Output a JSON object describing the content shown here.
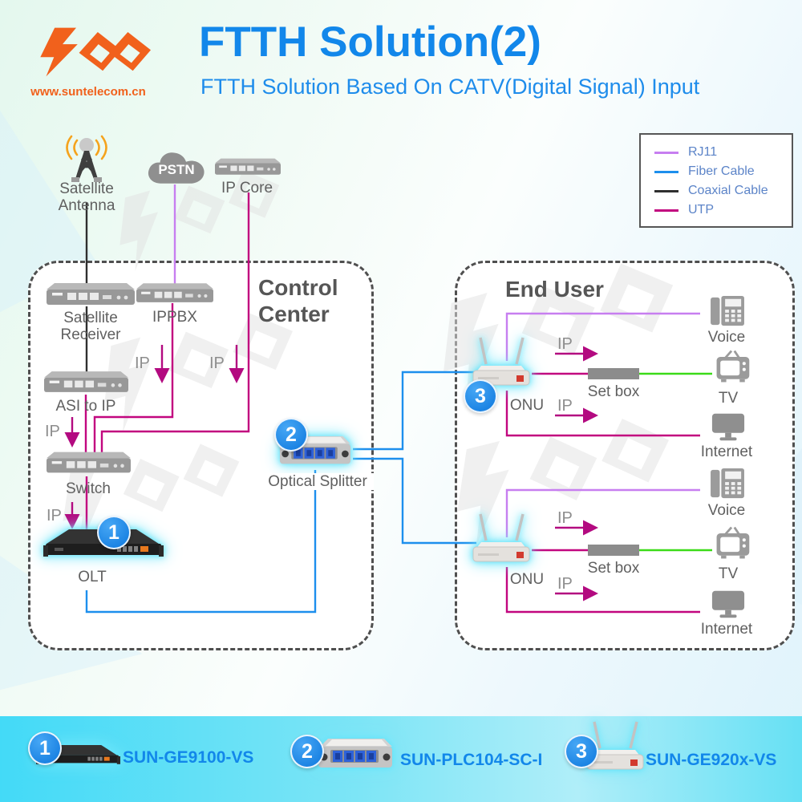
{
  "header": {
    "website": "www.suntelecom.cn",
    "title": "FTTH Solution(2)",
    "subtitle": "FTTH Solution Based On CATV(Digital Signal) Input"
  },
  "legend": {
    "items": [
      {
        "label": "RJ11",
        "color": "#c77ef0"
      },
      {
        "label": "Fiber Cable",
        "color": "#1d8fed"
      },
      {
        "label": "Coaxial Cable",
        "color": "#2f2f2f"
      },
      {
        "label": "UTP",
        "color": "#c2067f"
      }
    ]
  },
  "sources": {
    "satellite_antenna": {
      "line1": "Satellite",
      "line2": "Antenna"
    },
    "pstn": {
      "label": "PSTN"
    },
    "ip_core": {
      "label": "IP Core"
    }
  },
  "control_center": {
    "title_line1": "Control",
    "title_line2": "Center",
    "satellite_receiver_line1": "Satellite",
    "satellite_receiver_line2": "Receiver",
    "ippbx": "IPPBX",
    "asi_to_ip": "ASI to IP",
    "switch": "Switch",
    "olt": "OLT",
    "olt_badge": "1"
  },
  "splitter": {
    "label": "Optical Splitter",
    "badge": "2"
  },
  "end_user": {
    "title": "End User",
    "groups": [
      {
        "badge": "3",
        "onu": "ONU",
        "voice": "Voice",
        "set_box": "Set box",
        "tv": "TV",
        "internet": "Internet"
      },
      {
        "onu": "ONU",
        "voice": "Voice",
        "set_box": "Set box",
        "tv": "TV",
        "internet": "Internet"
      }
    ]
  },
  "annotations": {
    "ip_label": "IP"
  },
  "products": [
    {
      "badge": "1",
      "model": "SUN-GE9100-VS"
    },
    {
      "badge": "2",
      "model": "SUN-PLC104-SC-I"
    },
    {
      "badge": "3",
      "model": "SUN-GE920x-VS"
    }
  ],
  "colors": {
    "accent_blue": "#1287ea",
    "logo_orange": "#f1611c",
    "badge_blue": "#1b87e9",
    "glow_cyan": "#5ae2f9",
    "rj11": "#c77ef0",
    "fiber": "#1d8fed",
    "coaxial": "#2f2f2f",
    "utp": "#c2067f",
    "setbox_to_tv_green": "#3bdb18"
  }
}
